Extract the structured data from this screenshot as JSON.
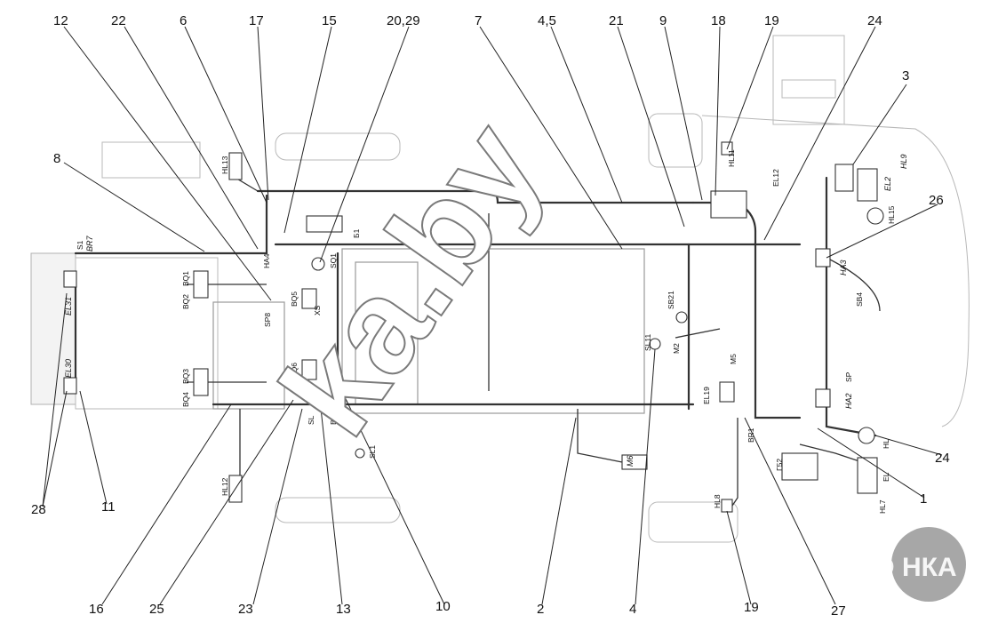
{
  "callouts_top": [
    "12",
    "22",
    "6",
    "17",
    "15",
    "20,29",
    "7",
    "4,5",
    "21",
    "9",
    "18",
    "19",
    "24",
    "3",
    "8",
    "26"
  ],
  "callouts_bottom": [
    "28",
    "11",
    "16",
    "25",
    "23",
    "13",
    "10",
    "2",
    "4",
    "19",
    "27",
    "24",
    "1"
  ],
  "labels_left": [
    "S1",
    "BR7",
    "EL31",
    "EL30",
    "BQ1",
    "BQ2",
    "BQ3",
    "BQ4",
    "HL13",
    "HL12",
    "SP8",
    "BQ5",
    "BQ6",
    "XS",
    "HA4",
    "SQ1",
    "Б1",
    "SL1",
    "SL",
    "BK"
  ],
  "labels_right": [
    "HL11",
    "EL12",
    "HL9",
    "EL2",
    "HL15",
    "HA3",
    "SB4",
    "SP",
    "HA2",
    "HL",
    "EL",
    "HL7",
    "HL8",
    "BR1",
    "Г52",
    "EL19",
    "M5",
    "M2",
    "SB21",
    "SL11",
    "M6"
  ],
  "watermark": "ka.by",
  "logo": "АГРО НКА",
  "colors": {
    "ink": "#222222",
    "ghost": "#b8b8b8",
    "logo_bg": "#8a8a8a",
    "watermark_stroke": "#7a7a7a"
  }
}
